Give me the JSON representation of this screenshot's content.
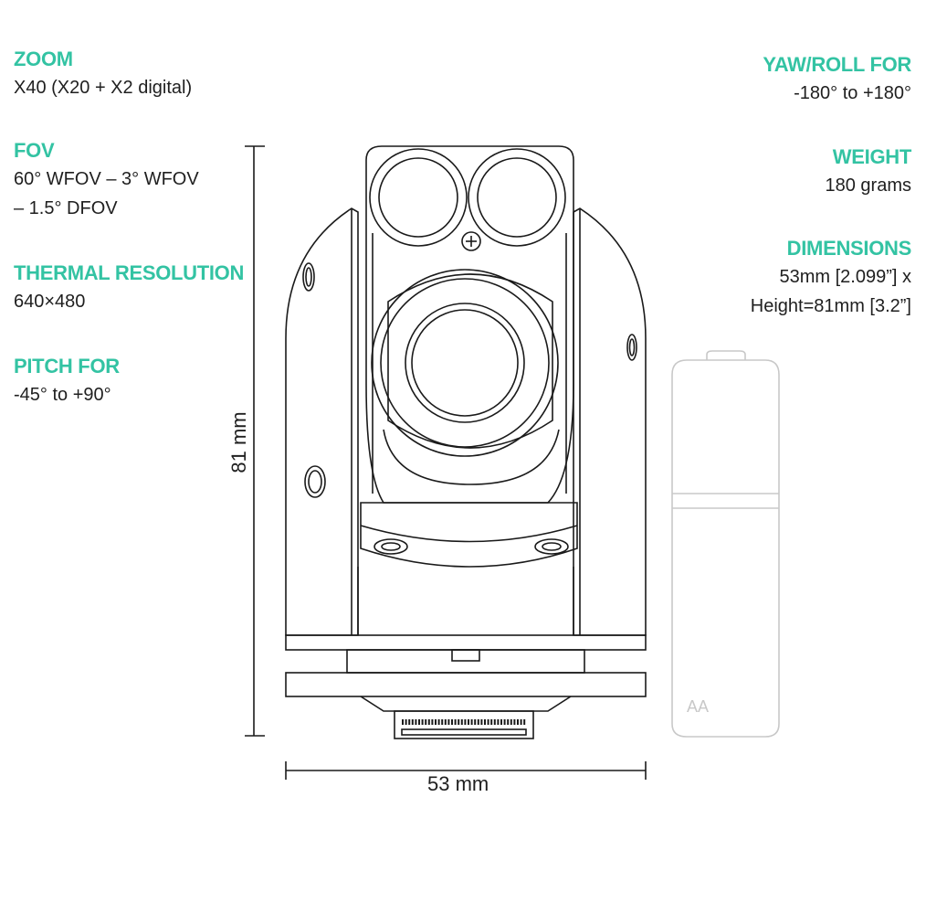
{
  "specs_left": [
    {
      "label": "ZOOM",
      "value": "X40 (X20 + X2 digital)"
    },
    {
      "label": "FOV",
      "value": "60° WFOV – 3° WFOV\n– 1.5° DFOV"
    },
    {
      "label": "THERMAL RESOLUTION",
      "value": "640×480"
    },
    {
      "label": "PITCH FOR",
      "value": "-45° to +90°"
    }
  ],
  "specs_right": [
    {
      "label": "YAW/ROLL FOR",
      "value": "-180° to +180°"
    },
    {
      "label": "WEIGHT",
      "value": "180 grams"
    },
    {
      "label": "DIMENSIONS",
      "value": "53mm [2.099”] x \nHeight=81mm [3.2”]"
    }
  ],
  "dimensions": {
    "height_label": "81 mm",
    "width_label": "53 mm"
  },
  "battery_label": "AA",
  "colors": {
    "accent": "#33c3a3",
    "line": "#1a1a1a",
    "battery": "#c8c8c8"
  }
}
